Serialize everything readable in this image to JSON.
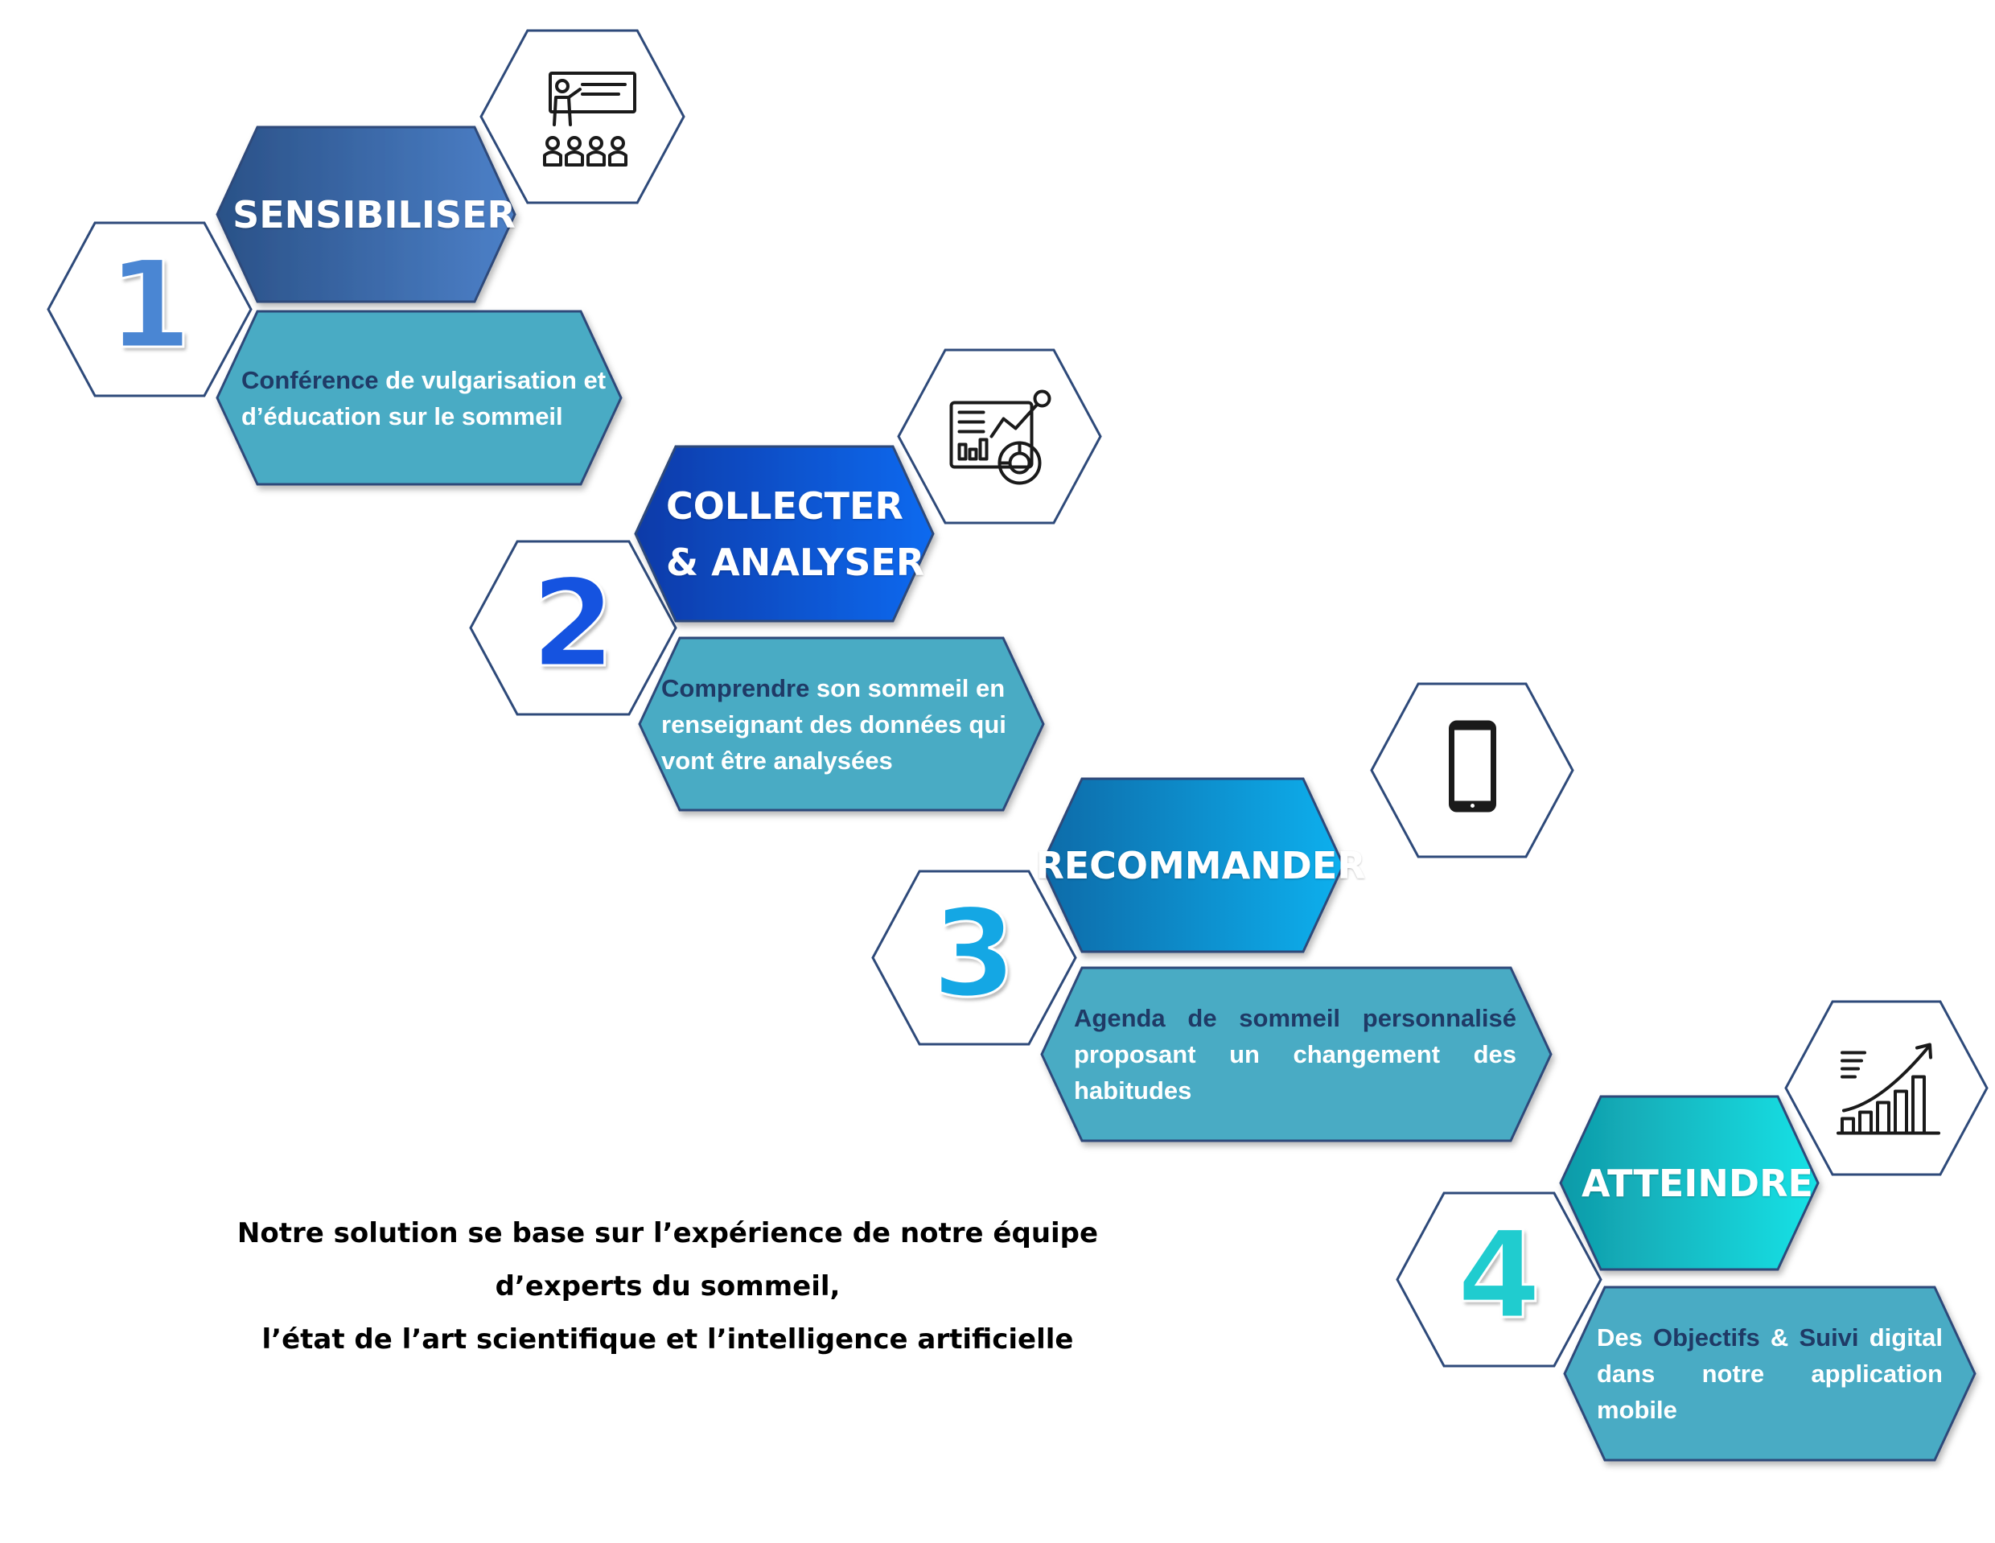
{
  "colors": {
    "outline": "#2e4a7a",
    "desc_fill": "#4aabc4",
    "highlight_text": "#1f3a66"
  },
  "steps": [
    {
      "number": "1",
      "title_lines": [
        "SENSIBILISER"
      ],
      "icon": "presentation-icon",
      "title_gradient": [
        "#2a5187",
        "#4c80c8"
      ],
      "number_color": "#4a86d3",
      "desc_parts": [
        {
          "text": "Conférence",
          "highlight": true
        },
        {
          "text": " de vulgarisation et d’éducation sur le sommeil",
          "highlight": false
        }
      ]
    },
    {
      "number": "2",
      "title_lines": [
        "COLLECTER",
        "& ANALYSER"
      ],
      "icon": "data-analytics-icon",
      "title_gradient": [
        "#0a3aa8",
        "#0d6af0"
      ],
      "number_color": "#1553e0",
      "desc_parts": [
        {
          "text": "Comprendre",
          "highlight": true
        },
        {
          "text": " son sommeil en renseignant des données qui vont être analysées",
          "highlight": false
        }
      ]
    },
    {
      "number": "3",
      "title_lines": [
        "RECOMMANDER"
      ],
      "icon": "smartphone-icon",
      "title_gradient": [
        "#0a6aa8",
        "#10b0ee"
      ],
      "number_color": "#14a7e4",
      "desc_parts": [
        {
          "text": "Agenda de sommeil personnalisé",
          "highlight": true
        },
        {
          "text": " proposant un changement des habitudes",
          "highlight": false
        }
      ]
    },
    {
      "number": "4",
      "title_lines": [
        "ATTEINDRE"
      ],
      "icon": "growth-chart-icon",
      "title_gradient": [
        "#109aa8",
        "#18e2e6"
      ],
      "number_color": "#20cccf",
      "desc_parts": [
        {
          "text": "Des ",
          "highlight": false
        },
        {
          "text": "Objectifs",
          "highlight": true
        },
        {
          "text": " & ",
          "highlight": false
        },
        {
          "text": "Suivi",
          "highlight": true
        },
        {
          "text": " digital dans notre application mobile",
          "highlight": false
        }
      ]
    }
  ],
  "footer_lines": [
    "Notre solution se base sur l’expérience de notre équipe",
    "d’experts du sommeil,",
    "l’état de l’art scientifique et l’intelligence artificielle"
  ]
}
